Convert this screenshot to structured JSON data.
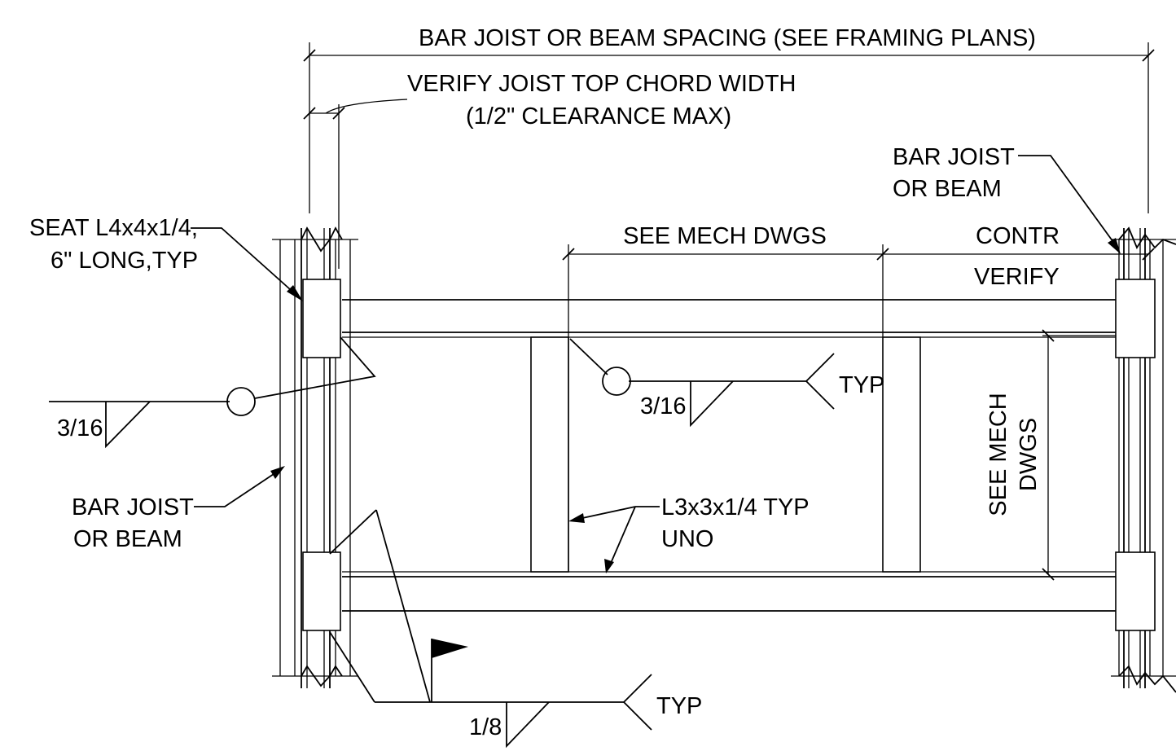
{
  "labels": {
    "spacing": "BAR JOIST OR BEAM SPACING (SEE FRAMING PLANS)",
    "verify_line1": "VERIFY JOIST TOP CHORD WIDTH",
    "verify_line2": "(1/2\" CLEARANCE MAX)",
    "bar_joist_right_line1": "BAR JOIST",
    "bar_joist_right_line2": "OR BEAM",
    "seat_line1": "SEAT L4x4x1/4,",
    "seat_line2": "6\" LONG,TYP",
    "see_mech_horizontal": "SEE MECH DWGS",
    "contr": "CONTR",
    "verify": "VERIFY",
    "weld_left_size": "3/16",
    "weld_center_size": "3/16",
    "weld_center_typ": "TYP",
    "bar_joist_left_line1": "BAR JOIST",
    "bar_joist_left_line2": "OR BEAM",
    "angle_line1": "L3x3x1/4 TYP",
    "angle_line2": "UNO",
    "see_mech_vertical_line1": "SEE MECH",
    "see_mech_vertical_line2": "DWGS",
    "weld_bottom_size": "1/8",
    "weld_bottom_typ": "TYP"
  }
}
